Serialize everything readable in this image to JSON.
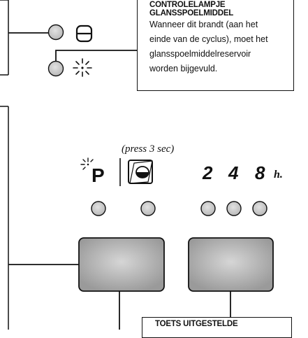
{
  "rinse_aid_callout": {
    "title_line1": "CONTROLELAMPJE",
    "title_line2": "GLANSSPOELMIDDEL",
    "body_lines": [
      "Wanneer dit brandt (aan het",
      "einde van de cyclus), moet het",
      "glansspoelmiddelreservoir",
      "worden bijgevuld."
    ]
  },
  "panel": {
    "press_label": "(press 3 sec)",
    "program_letter": "P",
    "delay_hours": [
      "2",
      "4",
      "8"
    ],
    "hour_unit": "h."
  },
  "delay_callout": {
    "title": "TOETS UITGESTELDE"
  },
  "icons": {
    "salt": "salt-indicator-icon",
    "rinse_aid": "rinse-aid-sparkle-icon",
    "program": "program-sparkle-icon",
    "half_load": "half-load-icon"
  },
  "colors": {
    "led_fill": "#c8c8c8",
    "button_fill": "#a9a9a9",
    "line": "#111111"
  }
}
